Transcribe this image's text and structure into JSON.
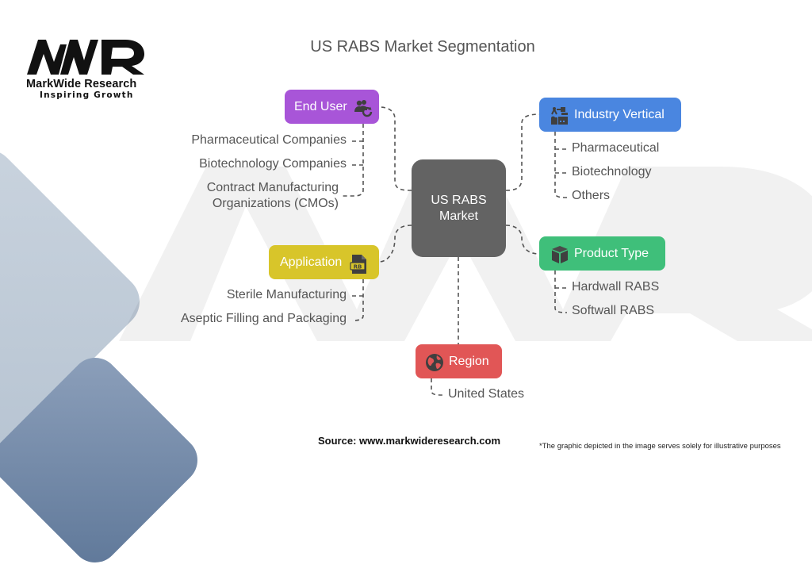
{
  "logo": {
    "mark": "MWR",
    "name": "MarkWide Research",
    "tagline": "Inspiring Growth"
  },
  "title": "US RABS Market Segmentation",
  "center": {
    "line1": "US RABS",
    "line2": "Market",
    "color": "#636363"
  },
  "segments": {
    "end_user": {
      "label": "End User",
      "icon": "users-refresh-icon",
      "color": "#a855d8",
      "items": [
        "Pharmaceutical Companies",
        "Biotechnology Companies",
        "Contract Manufacturing",
        "Organizations (CMOs)"
      ]
    },
    "industry_vertical": {
      "label": "Industry Vertical",
      "icon": "industry-robot-icon",
      "color": "#4a86e0",
      "items": [
        "Pharmaceutical",
        "Biotechnology",
        "Others"
      ]
    },
    "application": {
      "label": "Application",
      "icon": "file-rb-icon",
      "color": "#d8c52a",
      "items": [
        "Sterile Manufacturing",
        "Aseptic Filling and Packaging"
      ]
    },
    "product_type": {
      "label": "Product Type",
      "icon": "box-icon",
      "color": "#3fbf7a",
      "items": [
        "Hardwall RABS",
        "Softwall RABS"
      ]
    },
    "region": {
      "label": "Region",
      "icon": "globe-icon",
      "color": "#e15656",
      "items": [
        "United States"
      ]
    }
  },
  "footer": {
    "source": "Source: www.markwideresearch.com",
    "disclaimer": "*The graphic depicted in the image serves solely for illustrative purposes"
  }
}
